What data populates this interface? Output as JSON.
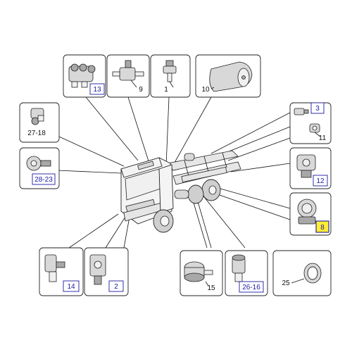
{
  "callouts": [
    {
      "id": "13",
      "label": "13",
      "boxed": true
    },
    {
      "id": "9",
      "label": "9",
      "boxed": false
    },
    {
      "id": "1",
      "label": "1",
      "boxed": false
    },
    {
      "id": "10",
      "label": "10",
      "boxed": false
    },
    {
      "id": "3",
      "label": "3",
      "boxed": true
    },
    {
      "id": "11",
      "label": "11",
      "boxed": false
    },
    {
      "id": "27-18",
      "label": "27-18",
      "boxed": false
    },
    {
      "id": "28-23",
      "label": "28-23",
      "boxed": true
    },
    {
      "id": "12",
      "label": "12",
      "boxed": true
    },
    {
      "id": "8",
      "label": "8",
      "boxed": true,
      "highlighted": true
    },
    {
      "id": "14",
      "label": "14",
      "boxed": true
    },
    {
      "id": "2",
      "label": "2",
      "boxed": true
    },
    {
      "id": "15",
      "label": "15",
      "boxed": false
    },
    {
      "id": "26-16",
      "label": "26-16",
      "boxed": true
    },
    {
      "id": "25",
      "label": "25",
      "boxed": false
    }
  ],
  "colors": {
    "link": "#1a1aa6",
    "highlight": "#ffee33",
    "line": "#111111"
  }
}
